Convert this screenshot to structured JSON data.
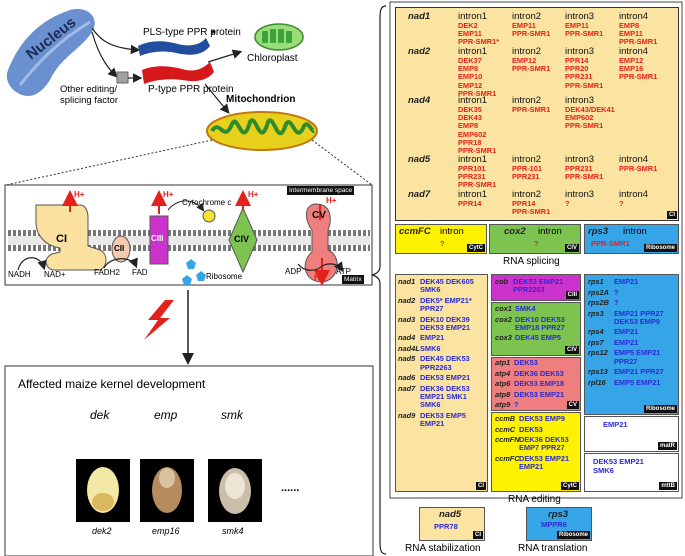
{
  "pathway": {
    "nucleus": "Nucleus",
    "pls_ppr": "PLS-type PPR protein",
    "p_ppr": "P-type PPR protein",
    "other_factor": "Other editing/\nsplicing factor",
    "chloroplast": "Chloroplast",
    "mitochondrion": "Mitochondrion",
    "star": "*"
  },
  "membrane": {
    "intermembrane": "Intermembrane space",
    "matrix": "Matrix",
    "hplus": "H+",
    "cytc": "Cytochrome c",
    "ribosome": "Ribosome",
    "nadh": "NADH",
    "nadplus": "NAD+",
    "fadh2": "FADH2",
    "fad": "FAD",
    "adp": "ADP",
    "atp": "ATP",
    "complexes": [
      "CI",
      "CII",
      "CIII",
      "CIV",
      "CV"
    ]
  },
  "kernel": {
    "title": "Affected maize kernel development",
    "items": [
      {
        "name": "dek",
        "label": "dek2"
      },
      {
        "name": "emp",
        "label": "emp16"
      },
      {
        "name": "smk",
        "label": "smk4"
      }
    ],
    "ellipsis": "......"
  },
  "splicing": {
    "caption": "RNA splicing",
    "ci_tag": "CI",
    "rows": [
      {
        "gene": "nad1",
        "cells": [
          [
            "intron1",
            "DEK2",
            "EMP11",
            "PPR-SMR1*"
          ],
          [
            "intron2",
            "EMP11",
            "PPR-SMR1"
          ],
          [
            "intron3",
            "EMP11",
            "PPR-SMR1"
          ],
          [
            "intron4",
            "EMP8",
            "EMP11",
            "PPR-SMR1"
          ]
        ]
      },
      {
        "gene": "nad2",
        "cells": [
          [
            "intron1",
            "DEK37",
            "EMP8",
            "EMP10",
            "EMP12",
            "PPR-SMR1"
          ],
          [
            "intron2",
            "EMP12",
            "PPR-SMR1"
          ],
          [
            "intron3",
            "PPR14",
            "PPR20",
            "PPR231",
            "PPR-SMR1"
          ],
          [
            "intron4",
            "EMP12",
            "EMP16",
            "PPR-SMR1"
          ]
        ]
      },
      {
        "gene": "nad4",
        "cells": [
          [
            "intron1",
            "DEK35",
            "DEK43",
            "EMP8",
            "EMP602",
            "PPR18",
            "PPR-SMR1"
          ],
          [
            "intron2",
            "PPR-SMR1"
          ],
          [
            "intron3",
            "DEK43/DEK41",
            "EMP602",
            "PPR-SMR1"
          ]
        ]
      },
      {
        "gene": "nad5",
        "cells": [
          [
            "intron1",
            "PPR101",
            "PPR231",
            "PPR-SMR1"
          ],
          [
            "intron2",
            "PPR-101",
            "PPR231"
          ],
          [
            "intron3",
            "PPR231",
            "PPR-SMR1"
          ],
          [
            "intron4",
            "PPR-SMR1"
          ]
        ]
      },
      {
        "gene": "nad7",
        "cells": [
          [
            "intron1",
            "PPR14"
          ],
          [
            "intron2",
            "PPR14",
            "PPR-SMR1"
          ],
          [
            "intron3",
            "?"
          ],
          [
            "intron4",
            "?"
          ]
        ]
      }
    ],
    "bottom": [
      {
        "gene": "ccmFC",
        "intron": "intron",
        "val": "?",
        "tag": "CytC"
      },
      {
        "gene": "cox2",
        "intron": "intron",
        "val": "?",
        "tag": "CIV"
      },
      {
        "gene": "rps3",
        "intron": "intron",
        "val": "PPR-SMR1",
        "tag": "Ribosome"
      }
    ]
  },
  "editing": {
    "caption": "RNA editing",
    "ci": {
      "tag": "CI",
      "lines": [
        [
          "nad1",
          "DEK45  DEK605",
          "SMK6"
        ],
        [
          "nad2",
          "DEK5*  EMP21*",
          "PPR27"
        ],
        [
          "nad3",
          "DEK10  DEK39",
          "DEK53  EMP21"
        ],
        [
          "nad4",
          "EMP21"
        ],
        [
          "nad4L",
          "SMK6"
        ],
        [
          "nad5",
          "DEK45  DEK53",
          "PPR2263"
        ],
        [
          "nad6",
          "DEK53  EMP21"
        ],
        [
          "nad7",
          "DEK36  DEK53",
          "EMP21  SMK1",
          "SMK6"
        ],
        [
          "nad9",
          "DEK53  EMP5",
          "EMP21"
        ]
      ]
    },
    "ciii": {
      "tag": "CIII",
      "lines": [
        [
          "cob",
          "DEK53  EMP21",
          "PPR2263"
        ]
      ]
    },
    "civ": {
      "tag": "CIV",
      "lines": [
        [
          "cox1",
          "SMK4"
        ],
        [
          "cox2",
          "DEK10  DEK53",
          "EMP18  PPR27"
        ],
        [
          "cox3",
          "DEK45  EMP5"
        ]
      ]
    },
    "cv": {
      "tag": "CV",
      "lines": [
        [
          "atp1",
          "DEK53"
        ],
        [
          "atp4",
          "DEK36  DEK53"
        ],
        [
          "atp6",
          "DEK53  EMP18"
        ],
        [
          "atp8",
          "DEK53  EMP21"
        ],
        [
          "atp9",
          "?"
        ]
      ]
    },
    "cytc": {
      "tag": "CytC",
      "lines": [
        [
          "ccmB",
          "DEK53  EMP9"
        ],
        [
          "ccmC",
          "DEK53"
        ],
        [
          "ccmFN",
          "DEK36  DEK53",
          "EMP7  PPR27"
        ],
        [
          "ccmFC",
          "DEK53  EMP21",
          "EMP21"
        ]
      ]
    },
    "ribosome": {
      "tag": "Ribosome",
      "lines": [
        [
          "rps1",
          "EMP21"
        ],
        [
          "rps2A",
          "?"
        ],
        [
          "rps2B",
          "?"
        ],
        [
          "rps3",
          "EMP21  PPR27",
          "DEK53  EMP9"
        ],
        [
          "rps4",
          "EMP21"
        ],
        [
          "rps7",
          "EMP21"
        ],
        [
          "rps12",
          "EMP5  EMP21",
          "PPR27"
        ],
        [
          "rps13",
          "EMP21  PPR27"
        ],
        [
          "rpl16",
          "EMP5  EMP21"
        ]
      ]
    },
    "matr": {
      "tag": "matR",
      "text": "EMP21"
    },
    "mttb": {
      "tag": "mttB",
      "text": "DEK53  EMP21",
      "text2": "SMK6"
    }
  },
  "stabilization": {
    "caption": "RNA stabilization",
    "gene": "nad5",
    "protein": "PPR78",
    "tag": "CI"
  },
  "translation": {
    "caption": "RNA translation",
    "gene": "rps3",
    "protein": "MPPR6",
    "tag": "Ribosome"
  }
}
